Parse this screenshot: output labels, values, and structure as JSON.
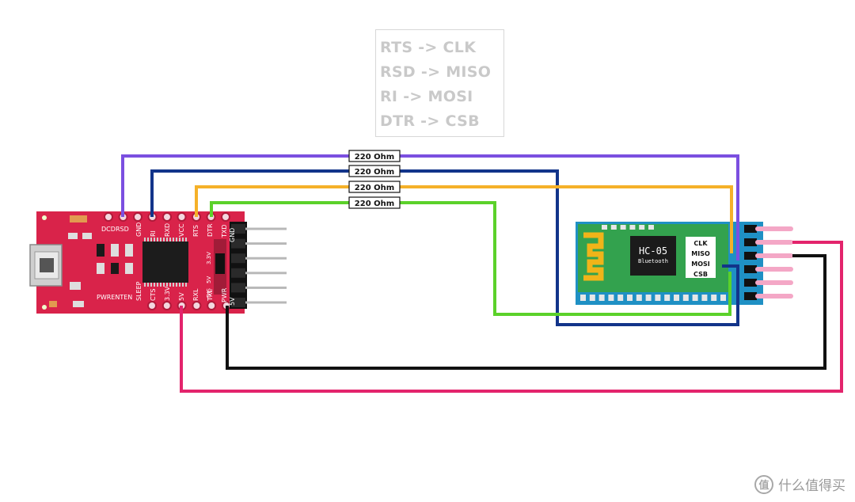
{
  "mapping_lines": [
    "RTS -> CLK",
    "RSD -> MISO",
    "RI -> MOSI",
    "DTR -> CSB"
  ],
  "resistors": [
    "220 Ohm",
    "220 Ohm",
    "220 Ohm",
    "220 Ohm"
  ],
  "ftdi_board": {
    "top_labels": [
      "DCD",
      "RSD",
      "GND",
      "RI",
      "RXD",
      "VCC",
      "RTS",
      "DTR",
      "TXD"
    ],
    "bottom_labels": [
      "CTS",
      "3.3V",
      "5V",
      "RXL",
      "TXL",
      "PWR"
    ],
    "side_labels": [
      "SLEEP",
      "PWRENTEN"
    ],
    "jumper_labels": [
      "3.3V",
      "5V",
      "DIS"
    ],
    "end_labels": [
      "GND",
      "5V"
    ]
  },
  "hc05": {
    "title": "HC-05",
    "subtitle": "Bluetooth",
    "pin_labels": [
      "CLK",
      "MISO",
      "MOSI",
      "CSB"
    ]
  },
  "wire_colors": {
    "purple": "#7b4fe0",
    "navy": "#12348a",
    "orange": "#f5b129",
    "green": "#5bd12a",
    "black": "#111111",
    "pink": "#e3246c"
  },
  "watermark": {
    "icon": "zhidemai-logo-icon",
    "logo_char": "值",
    "text": "什么值得买"
  }
}
